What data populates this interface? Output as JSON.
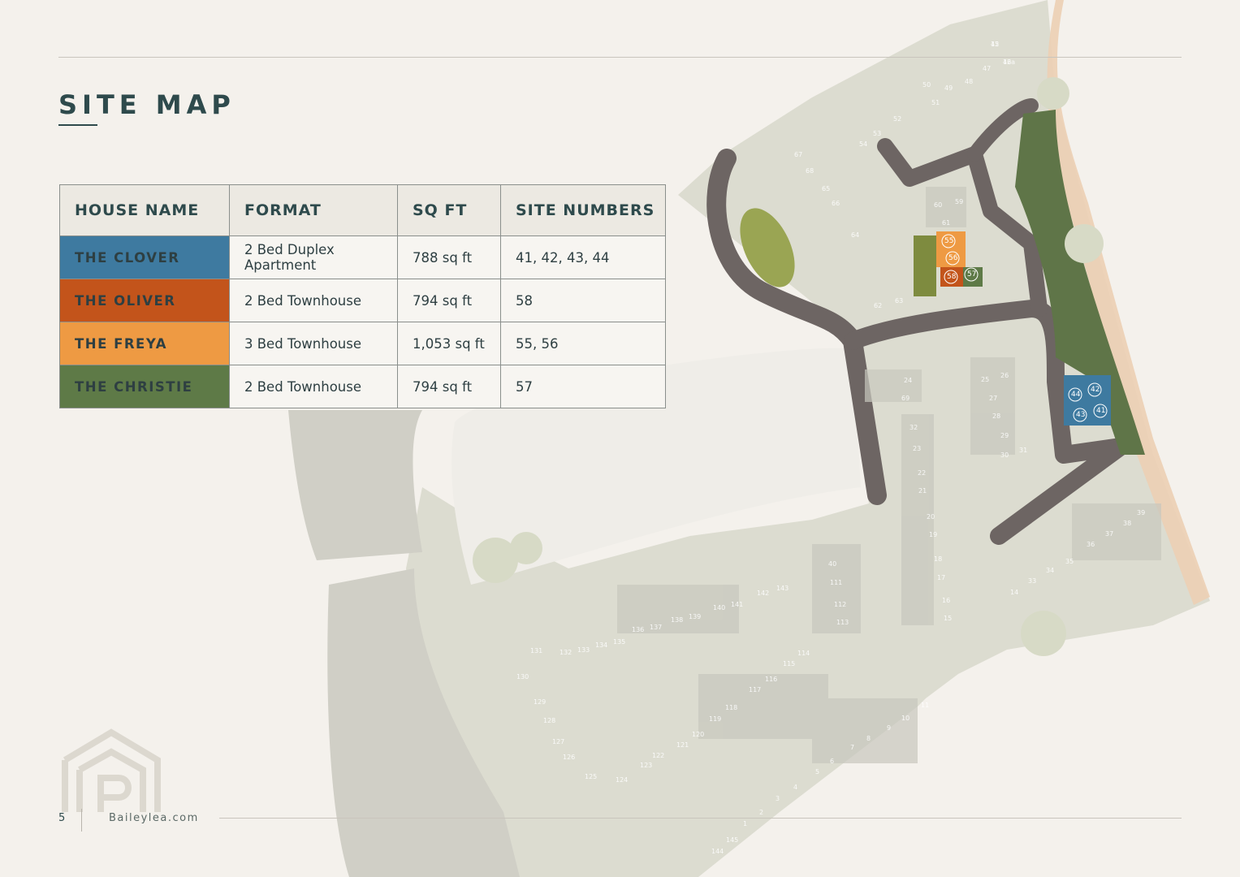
{
  "page": {
    "title": "SITE MAP",
    "page_number": "5",
    "website": "Baileylea.com"
  },
  "table": {
    "headers": [
      "HOUSE NAME",
      "FORMAT",
      "SQ FT",
      "SITE NUMBERS"
    ],
    "rows": [
      {
        "name": "THE CLOVER",
        "format": "2 Bed Duplex Apartment",
        "sqft": "788 sq ft",
        "sites": "41, 42, 43, 44",
        "color": "#3e7aa0"
      },
      {
        "name": "THE OLIVER",
        "format": "2 Bed Townhouse",
        "sqft": "794 sq ft",
        "sites": "58",
        "color": "#c3541b"
      },
      {
        "name": "THE FREYA",
        "format": "3 Bed Townhouse",
        "sqft": "1,053 sq ft",
        "sites": "55, 56",
        "color": "#ee9a43"
      },
      {
        "name": "THE CHRISTIE",
        "format": "2 Bed Townhouse",
        "sqft": "794 sq ft",
        "sites": "57",
        "color": "#5e7a47"
      }
    ]
  },
  "map": {
    "highlighted_plots": [
      {
        "label": "44",
        "type": "clover"
      },
      {
        "label": "42",
        "type": "clover"
      },
      {
        "label": "43",
        "type": "clover"
      },
      {
        "label": "41",
        "type": "clover"
      },
      {
        "label": "55",
        "type": "freya"
      },
      {
        "label": "56",
        "type": "freya"
      },
      {
        "label": "58",
        "type": "oliver"
      },
      {
        "label": "57",
        "type": "christie"
      }
    ],
    "faded_plots": [
      "45",
      "46",
      "47",
      "48",
      "49",
      "50",
      "51",
      "52",
      "53",
      "54",
      "59",
      "60",
      "61",
      "62",
      "63",
      "64",
      "65",
      "66",
      "67",
      "68",
      "69",
      "24",
      "25",
      "26",
      "27",
      "28",
      "29",
      "30",
      "31",
      "32",
      "23",
      "22",
      "21",
      "20",
      "19",
      "18",
      "17",
      "16",
      "15",
      "14",
      "33",
      "34",
      "35",
      "36",
      "37",
      "38",
      "39",
      "40",
      "111",
      "112",
      "113",
      "114",
      "115",
      "116",
      "117",
      "118",
      "119",
      "120",
      "121",
      "122",
      "123",
      "124",
      "125",
      "126",
      "127",
      "128",
      "129",
      "130",
      "131",
      "132",
      "133",
      "134",
      "135",
      "136",
      "137",
      "138",
      "139",
      "140",
      "141",
      "142",
      "143",
      "144",
      "145",
      "1",
      "2",
      "3",
      "4",
      "5",
      "6",
      "7",
      "8",
      "9",
      "10",
      "11",
      "12",
      "12a"
    ]
  }
}
